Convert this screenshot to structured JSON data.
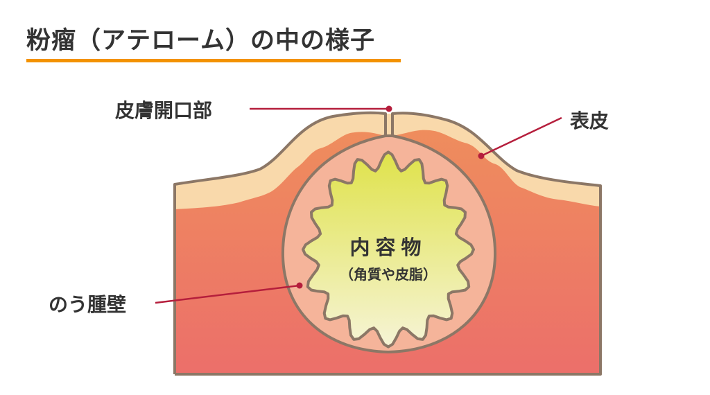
{
  "title": "粉瘤（アテローム）の中の様子",
  "labels": {
    "opening": "皮膚開口部",
    "epidermis": "表皮",
    "cyst_wall": "のう腫壁",
    "contents": "内容物",
    "contents_note": "（角質や皮脂）"
  },
  "colors": {
    "title_underline": "#f39200",
    "outline": "#8c7766",
    "skin_top": "#f9d9ab",
    "dermis_top": "#ef8f5c",
    "dermis_bottom": "#ec6f6a",
    "cyst_wall": "#f5b49a",
    "contents_top": "#dfe24a",
    "contents_bottom": "#f6f4d6",
    "leader_line": "#b51e3c"
  }
}
